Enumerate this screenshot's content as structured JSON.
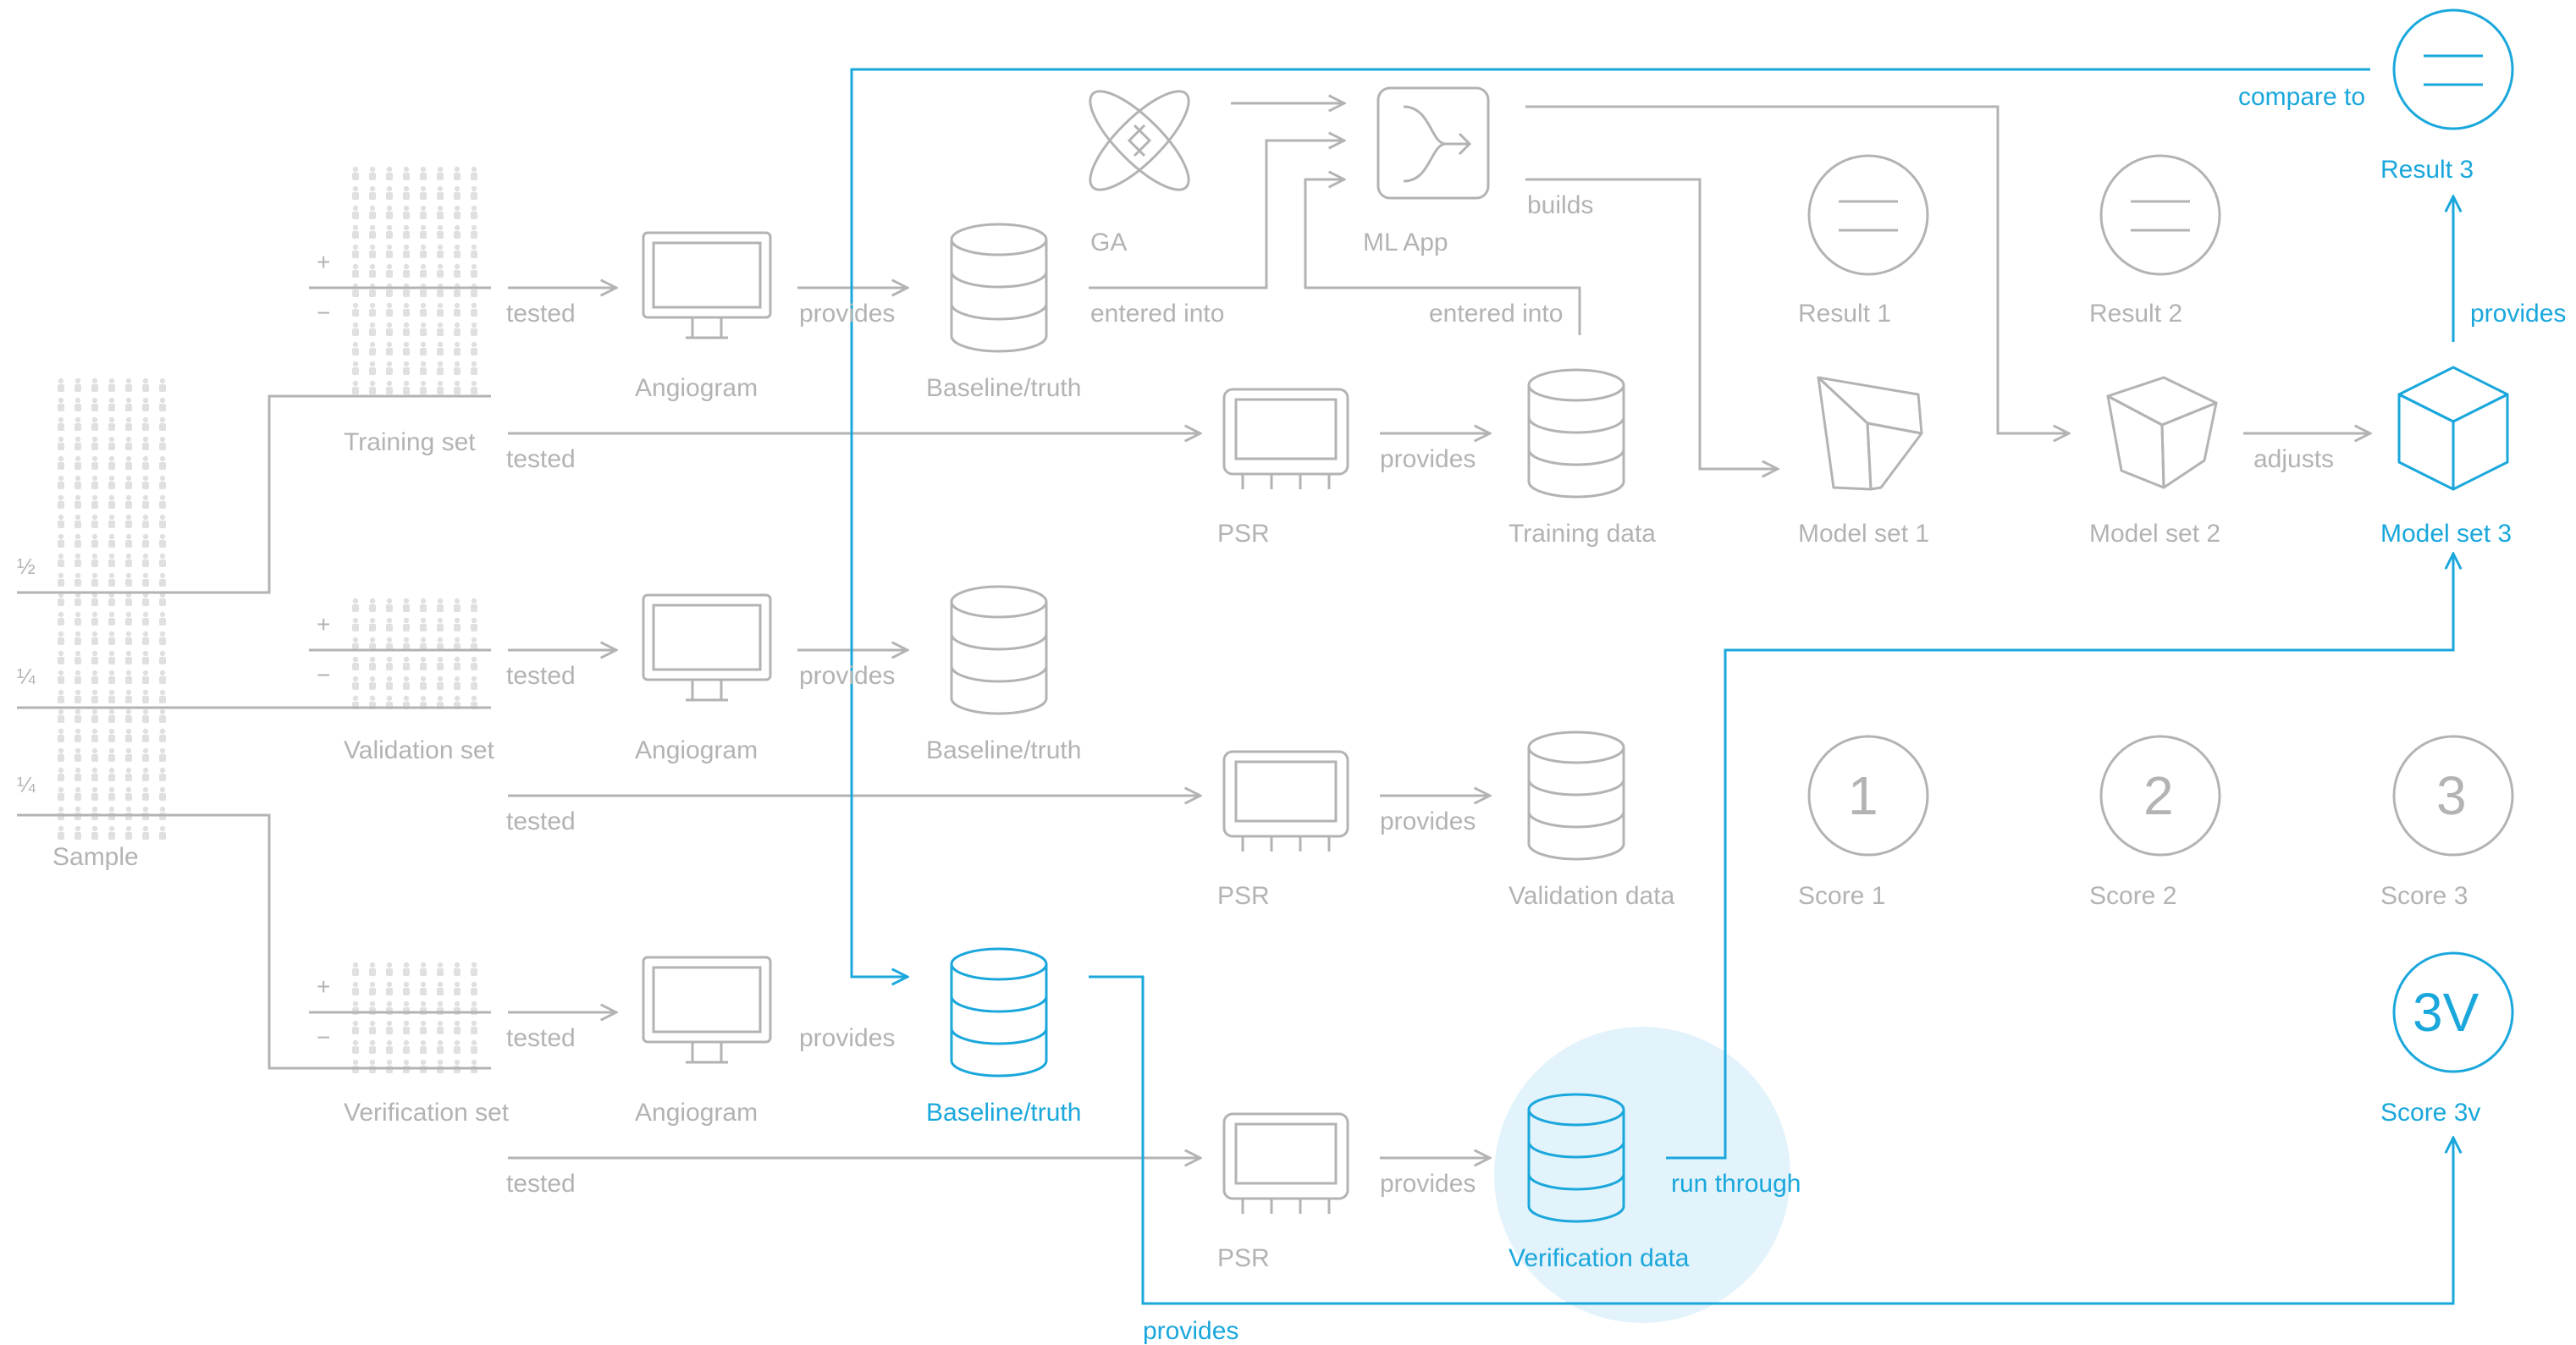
{
  "colors": {
    "muted": "#b3b3b3",
    "accent": "#1aa7dc",
    "glow": "#e3f3fb",
    "figure": "#e0e0e0"
  },
  "sample": {
    "label": "Sample",
    "fractions": [
      "½",
      "¼",
      "¼"
    ]
  },
  "sets": [
    {
      "label": "Training set",
      "plus": "+",
      "minus": "−"
    },
    {
      "label": "Validation set",
      "plus": "+",
      "minus": "−"
    },
    {
      "label": "Verification set",
      "plus": "+",
      "minus": "−"
    }
  ],
  "edges": {
    "tested": "tested",
    "provides": "provides",
    "entered_into": "entered into",
    "builds": "builds",
    "adjusts": "adjusts",
    "compare_to": "compare to",
    "run_through": "run through"
  },
  "nodes": {
    "angiogram": "Angiogram",
    "baseline": "Baseline/truth",
    "psr": "PSR",
    "training_data": "Training data",
    "validation_data": "Validation data",
    "verification_data": "Verification data",
    "ga": "GA",
    "ml_app": "ML App",
    "result1": "Result 1",
    "result2": "Result 2",
    "result3": "Result 3",
    "model_set1": "Model set 1",
    "model_set2": "Model set 2",
    "model_set3": "Model set 3",
    "score1": "Score 1",
    "score2": "Score 2",
    "score3": "Score 3",
    "score3v": "Score 3v",
    "score1_glyph": "1",
    "score2_glyph": "2",
    "score3_glyph": "3",
    "score3v_glyph": "3V"
  },
  "icons": [
    "angiogram-monitor-icon",
    "database-icon",
    "psr-device-icon",
    "ga-orbit-icon",
    "ml-app-merge-icon",
    "result-equals-icon",
    "model-polyhedron-icon",
    "model-cube-icon",
    "score-circle-icon"
  ]
}
